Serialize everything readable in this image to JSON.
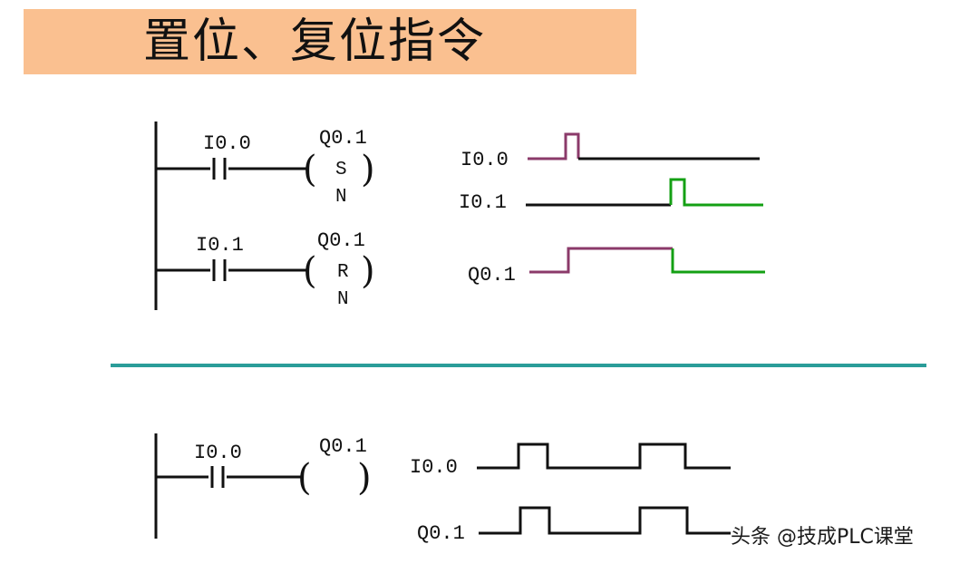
{
  "title": "置位、复位指令",
  "top_diagram": {
    "rung1": {
      "contact": "I0.0",
      "coil": "Q0.1",
      "op": "S",
      "count": "N"
    },
    "rung2": {
      "contact": "I0.1",
      "coil": "Q0.1",
      "op": "R",
      "count": "N"
    },
    "timing": {
      "labels": [
        "I0.0",
        "I0.1",
        "Q0.1"
      ]
    }
  },
  "bottom_diagram": {
    "rung": {
      "contact": "I0.0",
      "coil": "Q0.1"
    },
    "timing": {
      "labels": [
        "I0.0",
        "Q0.1"
      ]
    }
  },
  "watermark": "头条 @技成PLC课堂",
  "colors": {
    "title_bg": "#FAC090",
    "divider": "#2A9D99",
    "set_signal": "#8B3A6A",
    "reset_signal": "#14A014",
    "line": "#111111"
  }
}
